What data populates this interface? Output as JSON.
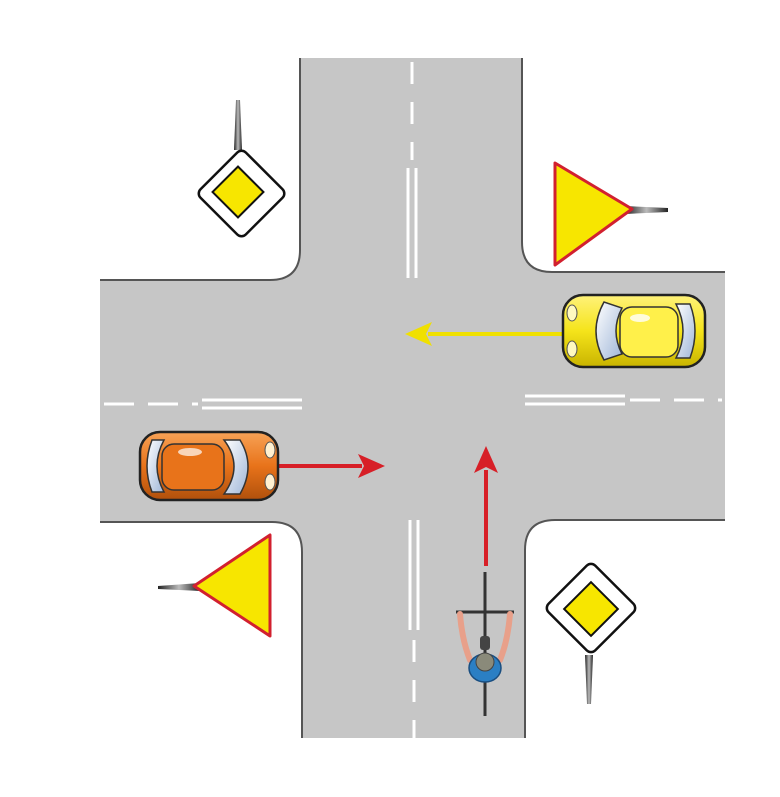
{
  "scene": {
    "background": "#ffffff",
    "road_color": "#c6c6c6",
    "road_edge_color": "#555555",
    "marking_color": "#ffffff"
  },
  "signs": [
    {
      "name": "priority-road-sign-top-left",
      "type": "priority-road",
      "corner": "top-left",
      "color": "#f7e600"
    },
    {
      "name": "yield-sign-top-right",
      "type": "yield",
      "corner": "top-right",
      "color": "#f7e600",
      "border": "#d2202f"
    },
    {
      "name": "yield-sign-bottom-left",
      "type": "yield",
      "corner": "bottom-left",
      "color": "#f7e600",
      "border": "#d2202f"
    },
    {
      "name": "priority-road-sign-bottom-right",
      "type": "priority-road",
      "corner": "bottom-right",
      "color": "#f7e600"
    }
  ],
  "vehicles": [
    {
      "name": "yellow-car",
      "kind": "car",
      "color": "#f5e41a",
      "approach": "from-east",
      "heading": "west"
    },
    {
      "name": "orange-car",
      "kind": "car",
      "color": "#e8731a",
      "approach": "from-west",
      "heading": "east"
    },
    {
      "name": "cyclist",
      "kind": "bicycle",
      "color": "#2b7fc4",
      "approach": "from-south",
      "heading": "north"
    }
  ],
  "arrows": [
    {
      "name": "yellow-car-arrow",
      "for": "yellow-car",
      "direction": "west",
      "color": "#f0e000"
    },
    {
      "name": "orange-car-arrow",
      "for": "orange-car",
      "direction": "east",
      "color": "#d71f27"
    },
    {
      "name": "cyclist-arrow",
      "for": "cyclist",
      "direction": "north",
      "color": "#d71f27"
    }
  ]
}
